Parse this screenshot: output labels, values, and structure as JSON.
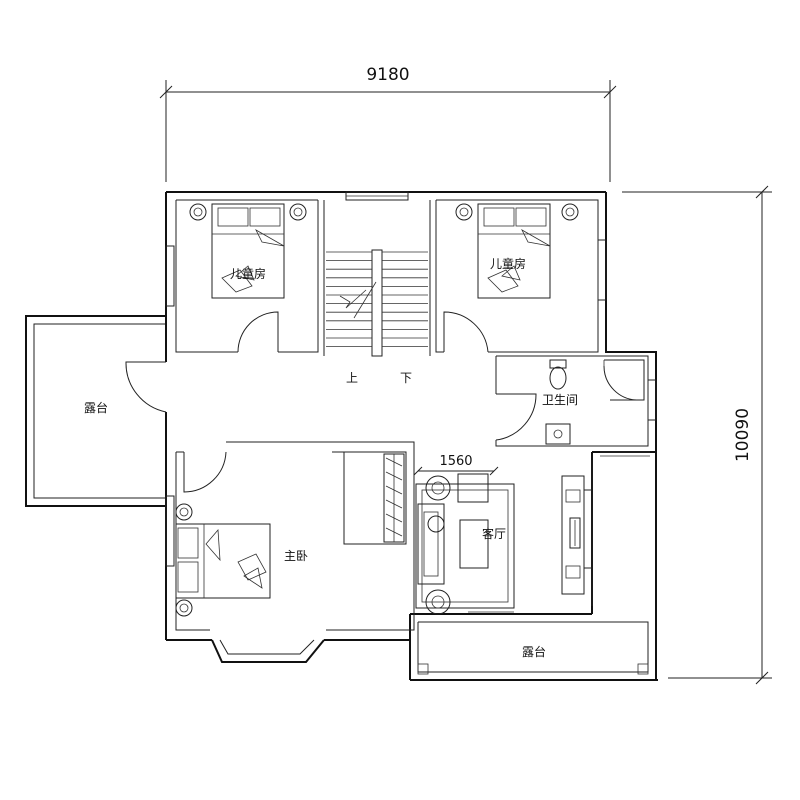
{
  "dimensions": {
    "overall_width": "9180",
    "overall_depth": "10090",
    "living_room_width": "1560"
  },
  "rooms": {
    "child_room_left": "儿童房",
    "child_room_right": "儿童房",
    "stair_up": "上",
    "stair_down": "下",
    "bathroom": "卫生间",
    "terrace_west": "露台",
    "master_bedroom": "主卧",
    "living_room": "客厅",
    "terrace_south": "露台"
  }
}
